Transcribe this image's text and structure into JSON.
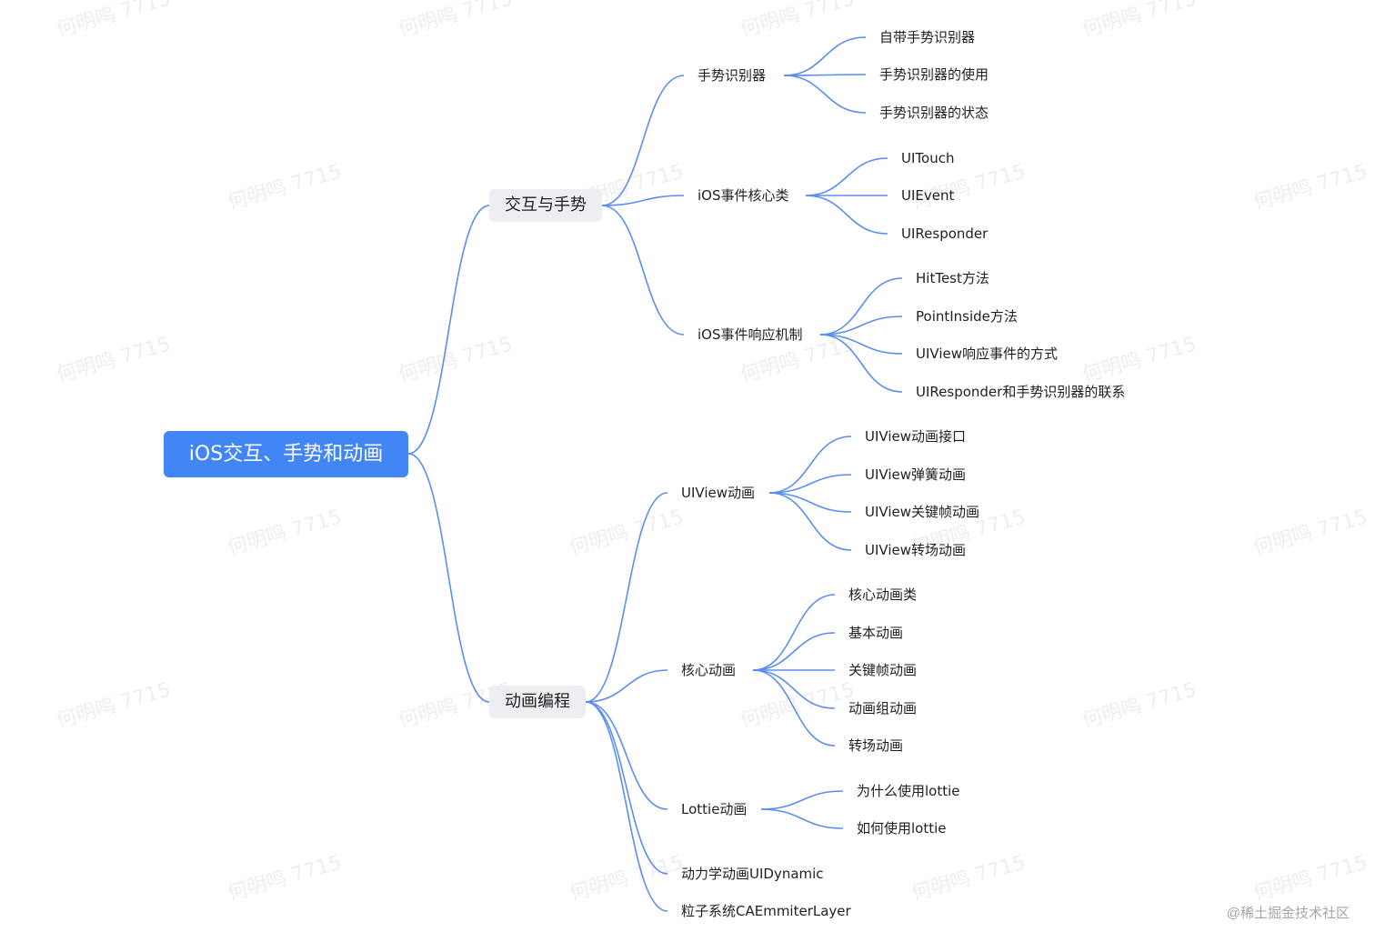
{
  "colors": {
    "accent": "#4285f4",
    "branch_line": "#5b8def",
    "level1_bg": "#eceef1"
  },
  "mindmap": {
    "root": "iOS交互、手势和动画",
    "interaction": {
      "label": "交互与手势",
      "gesture": {
        "label": "手势识别器",
        "children": [
          "自带手势识别器",
          "手势识别器的使用",
          "手势识别器的状态"
        ]
      },
      "core_classes": {
        "label": "iOS事件核心类",
        "children": [
          "UITouch",
          "UIEvent",
          "UIResponder"
        ]
      },
      "responder": {
        "label": "iOS事件响应机制",
        "children": [
          "HitTest方法",
          "PointInside方法",
          "UIView响应事件的方式",
          "UIResponder和手势识别器的联系"
        ]
      }
    },
    "animation": {
      "label": "动画编程",
      "uiview": {
        "label": "UIView动画",
        "children": [
          "UIView动画接口",
          "UIView弹簧动画",
          "UIView关键帧动画",
          "UIView转场动画"
        ]
      },
      "core": {
        "label": "核心动画",
        "children": [
          "核心动画类",
          "基本动画",
          "关键帧动画",
          "动画组动画",
          "转场动画"
        ]
      },
      "lottie": {
        "label": "Lottie动画",
        "children": [
          "为什么使用lottie",
          "如何使用lottie"
        ]
      },
      "dynamic": {
        "label": "动力学动画UIDynamic"
      },
      "emitter": {
        "label": "粒子系统CAEmmiterLayer"
      }
    }
  },
  "watermark": "何明鸣 7715",
  "credit": "@稀土掘金技术社区"
}
